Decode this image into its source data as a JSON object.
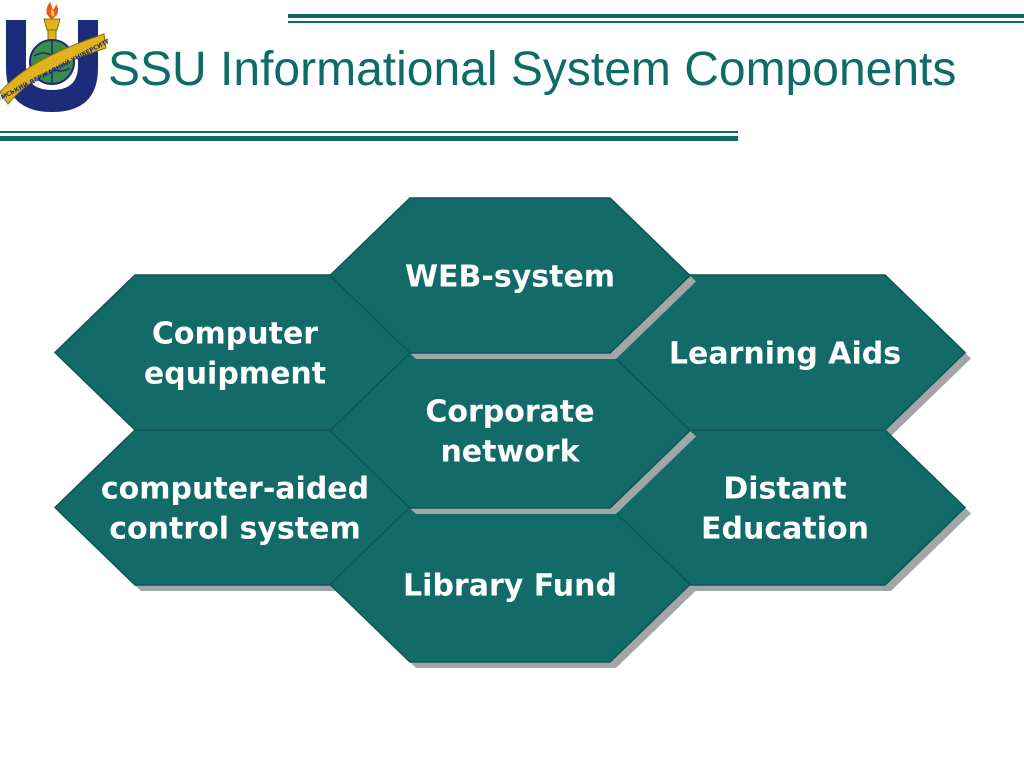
{
  "slide": {
    "title": "SSU Informational System Components"
  },
  "logo": {
    "letter": "U",
    "ribbon_text": "СУМСЬКИЙ ДЕРЖАВНИЙ УНІВЕРСИТЕТ"
  },
  "colors": {
    "accent": "#0f6b68",
    "hex_fill": "#136b69",
    "hex_shadow": "#a3a6a6",
    "logo_navy": "#1c2b7a",
    "logo_gold": "#e0b21c"
  },
  "diagram": {
    "hexagons": [
      {
        "id": "computer-equipment",
        "lines": [
          "Computer",
          "equipment"
        ]
      },
      {
        "id": "computer-aided-control-system",
        "lines": [
          "computer-aided",
          "control system"
        ]
      },
      {
        "id": "web-system",
        "lines": [
          "WEB-system"
        ]
      },
      {
        "id": "corporate-network",
        "lines": [
          "Corporate",
          "network"
        ]
      },
      {
        "id": "library-fund",
        "lines": [
          "Library Fund"
        ]
      },
      {
        "id": "learning-aids",
        "lines": [
          "Learning Aids"
        ]
      },
      {
        "id": "distant-education",
        "lines": [
          "Distant",
          "Education"
        ]
      }
    ]
  }
}
